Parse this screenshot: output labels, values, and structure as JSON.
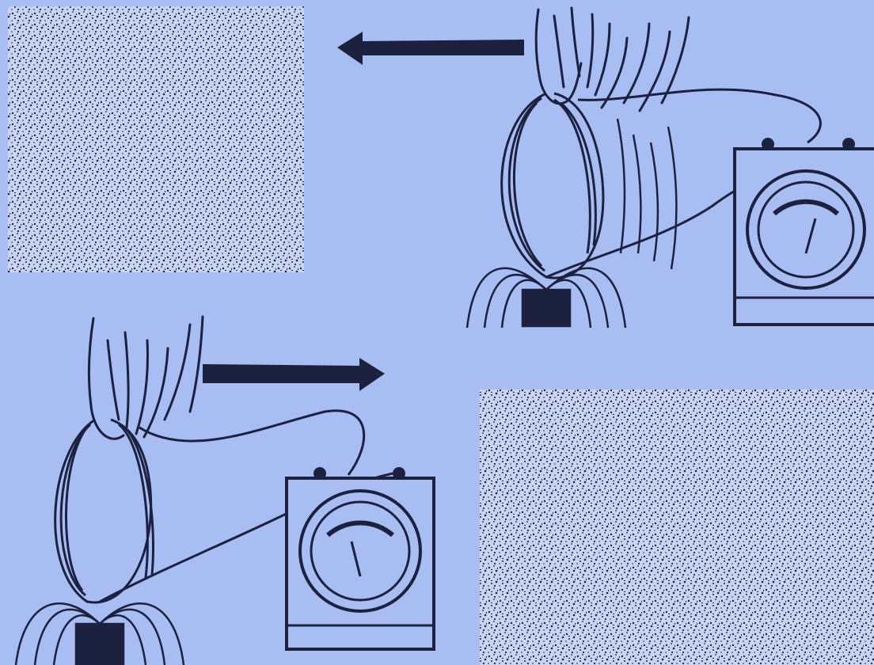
{
  "colors": {
    "background": "#a8bdf2",
    "ink": "#1c2140",
    "speckle_bg": "#c9d3f3"
  },
  "panels": [
    {
      "name": "top-panel",
      "hand": "hand-with-coil",
      "motion": "arrow-left-icon",
      "meter_needle": "deflected-right"
    },
    {
      "name": "bottom-panel",
      "hand": "hand-with-coil",
      "motion": "arrow-right-icon",
      "meter_needle": "deflected-left"
    }
  ],
  "icons": [
    "arrow-left-icon",
    "arrow-right-icon",
    "galvanometer-icon",
    "magnet-icon",
    "coil-icon",
    "hand-icon"
  ]
}
